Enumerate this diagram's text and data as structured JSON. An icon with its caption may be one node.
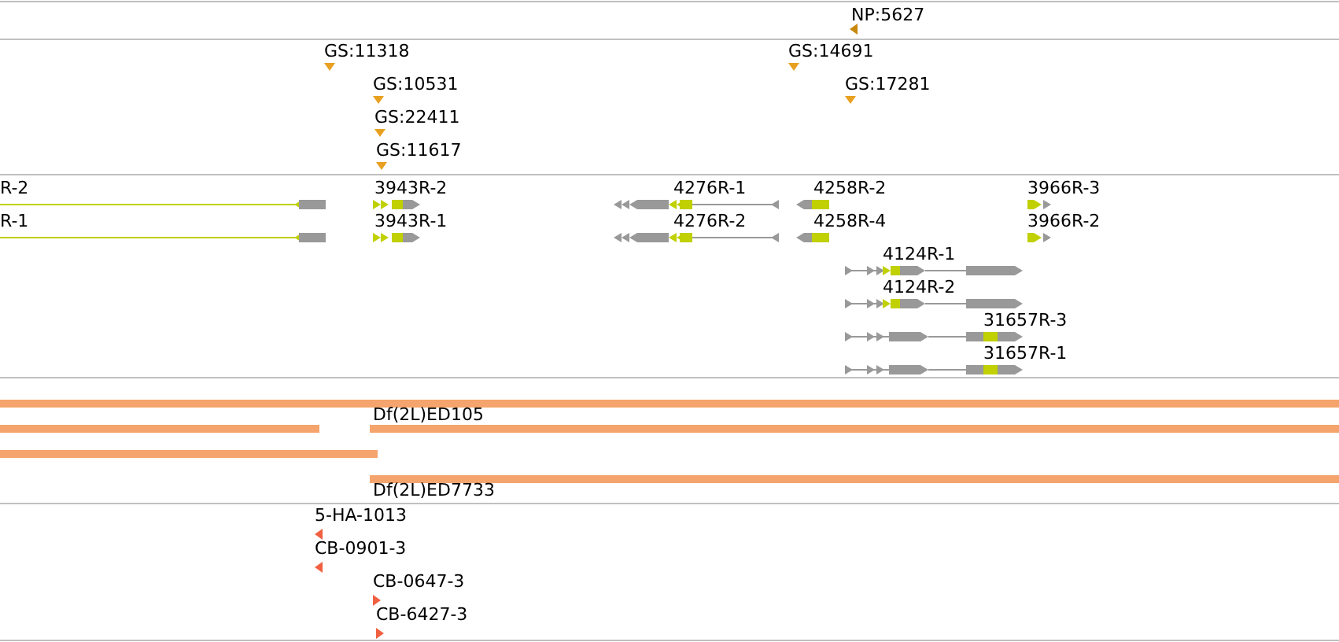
{
  "diagram": {
    "labels": [
      "NP:5627",
      "GS:11318",
      "GS:14691",
      "GS:10531",
      "GS:17281",
      "GS:22411",
      "GS:11617",
      "R-2",
      "3943R-2",
      "4276R-1",
      "4258R-2",
      "3966R-3",
      "R-1",
      "3943R-1",
      "4276R-2",
      "4258R-4",
      "3966R-2",
      "4124R-1",
      "4124R-2",
      "31657R-3",
      "31657R-1",
      "Df(2L)ED105",
      "Df(2L)ED7733",
      "5-HA-1013",
      "CB-0901-3",
      "CB-0647-3",
      "CB-6427-3"
    ]
  }
}
